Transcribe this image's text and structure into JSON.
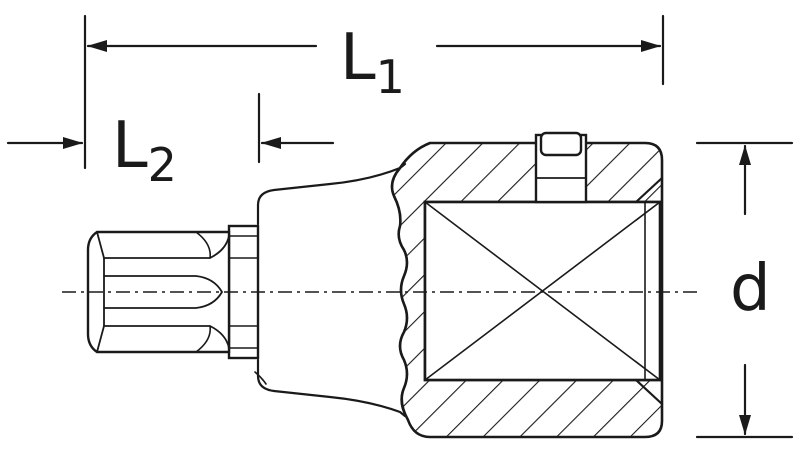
{
  "dimensions": {
    "l1": {
      "letter": "L",
      "sub": "1"
    },
    "l2": {
      "letter": "L",
      "sub": "2"
    },
    "d": {
      "letter": "d"
    }
  }
}
